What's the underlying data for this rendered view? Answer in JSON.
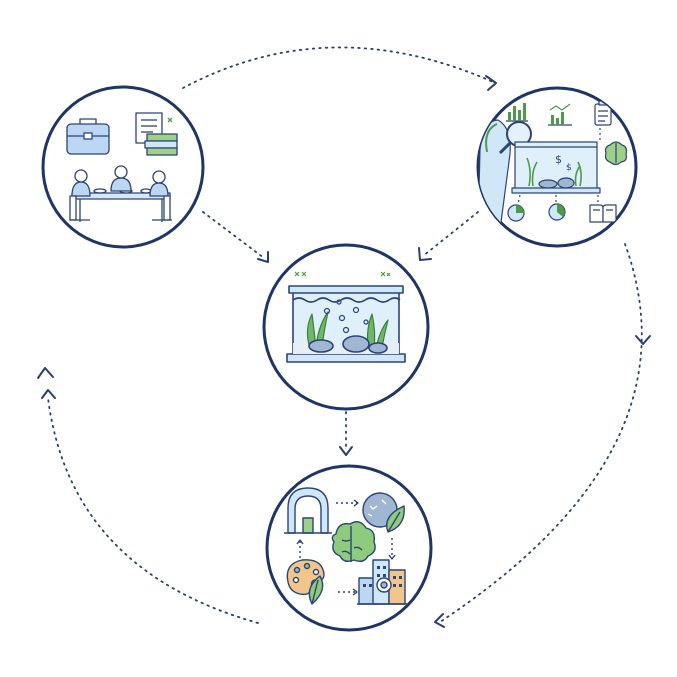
{
  "diagram": {
    "nodes": [
      {
        "id": "team-meeting",
        "icon": "team-meeting-icon"
      },
      {
        "id": "research-analysis",
        "icon": "research-analysis-icon"
      },
      {
        "id": "aquarium",
        "icon": "aquarium-icon"
      },
      {
        "id": "applications",
        "icon": "applications-icon"
      }
    ],
    "edges": [
      {
        "from": "team-meeting",
        "to": "research-analysis",
        "style": "dotted"
      },
      {
        "from": "team-meeting",
        "to": "aquarium",
        "style": "dotted"
      },
      {
        "from": "research-analysis",
        "to": "aquarium",
        "style": "dotted"
      },
      {
        "from": "research-analysis",
        "to": "applications",
        "style": "dotted"
      },
      {
        "from": "aquarium",
        "to": "applications",
        "style": "dotted"
      },
      {
        "from": "applications",
        "to": "team-meeting",
        "style": "dotted"
      }
    ]
  },
  "colors": {
    "ring": "#1f3566",
    "line": "#2a3f70",
    "blue_fill": "#d6e8f7",
    "blue_stroke": "#3a5fa0",
    "green": "#4f9a4a",
    "light_green": "#9fd08a",
    "orange": "#f2c58a"
  }
}
